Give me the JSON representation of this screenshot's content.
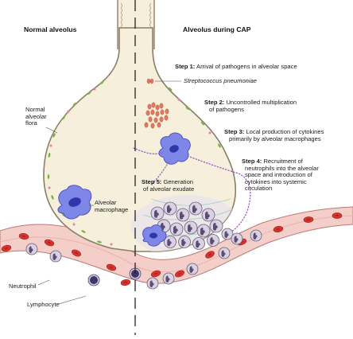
{
  "headings": {
    "left": "Normal alveolus",
    "right": "Alveolus during CAP"
  },
  "labels": {
    "flora": [
      "Normal",
      "alveolar",
      "flora"
    ],
    "macrophage": [
      "Alveolar",
      "macrophage"
    ],
    "neutrophil": "Neutrophil",
    "lymphocyte": "Lymphocyte",
    "pathogen": "Streptococcus pneumoniae"
  },
  "steps": [
    {
      "num": "Step 1:",
      "lines": [
        "Arrival of pathogens in alveolar space"
      ]
    },
    {
      "num": "Step 2:",
      "lines": [
        "Uncontrolled multiplication",
        "of pathogens"
      ]
    },
    {
      "num": "Step 3:",
      "lines": [
        "Local production of cytokines",
        "primarily by alveolar macrophages"
      ]
    },
    {
      "num": "Step 4:",
      "lines": [
        "Recruitment of",
        "neutrophils into the alveolar",
        "space and introduction of",
        "cytokines into systemic",
        "circulation"
      ]
    },
    {
      "num": "Step 5:",
      "lines": [
        "Generation",
        "of alveolar exudate"
      ]
    }
  ],
  "colors": {
    "alveolus_fill": "#f6efdc",
    "wall": "#8a7f66",
    "vessel": "#f3c9c4",
    "rbc": "#d9342f",
    "macrophage": "#5b63d9",
    "flora": "#7cb342",
    "pathogen": "#e07a5f"
  }
}
